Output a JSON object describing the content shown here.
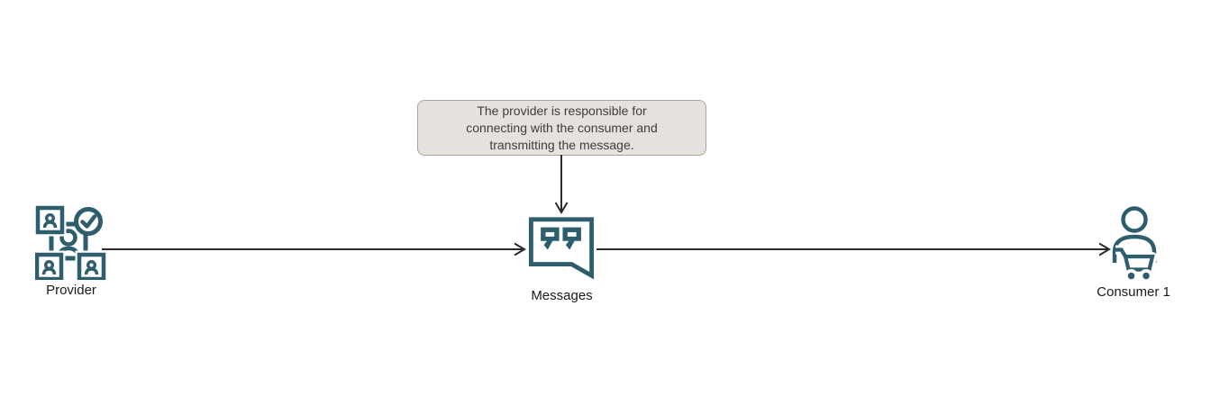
{
  "callout": {
    "text_lines": [
      "The provider is responsible for",
      "connecting with the consumer and",
      "transmitting the message."
    ]
  },
  "nodes": {
    "provider": {
      "label": "Provider",
      "icon": "provider-group-icon"
    },
    "messages": {
      "label": "Messages",
      "icon": "messages-quote-bubble-icon"
    },
    "consumer": {
      "label": "Consumer 1",
      "icon": "consumer-shopper-cart-icon"
    }
  },
  "connectors": [
    {
      "name": "provider-to-messages-arrow",
      "from": "provider",
      "to": "messages",
      "direction": "right"
    },
    {
      "name": "messages-to-consumer-arrow",
      "from": "messages",
      "to": "consumer",
      "direction": "right"
    },
    {
      "name": "callout-to-messages-arrow",
      "from": "callout",
      "to": "messages",
      "direction": "down"
    }
  ],
  "colors": {
    "icon": "#2e5d6d",
    "arrow": "#2b2b2b",
    "label_text": "#1a1a1a",
    "callout_bg": "#e5e2dd",
    "callout_border": "#a9a69f",
    "callout_text": "#3f3e3a"
  }
}
